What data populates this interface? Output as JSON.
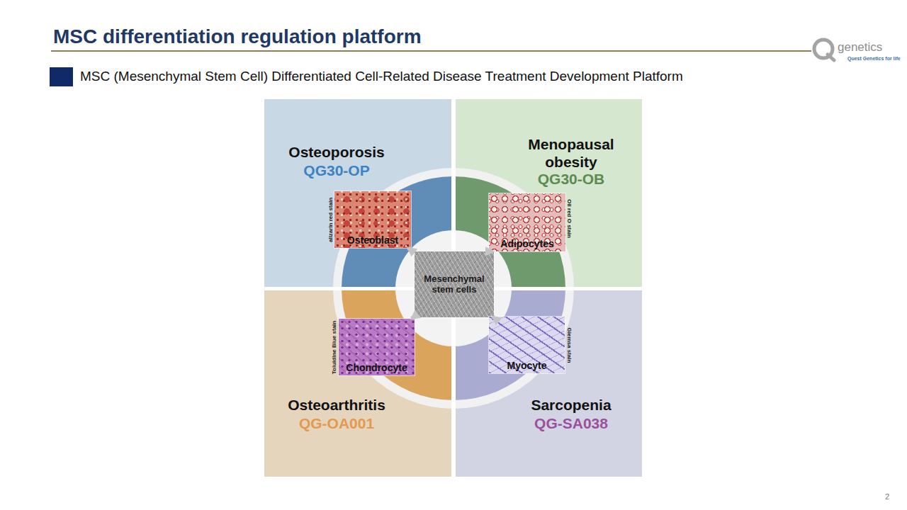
{
  "diagram": {
    "title": "MSC differentiation regulation platform",
    "nodes": [
      {
        "text": [
          "Osteoporosis",
          "QG30-OP"
        ]
      },
      {
        "text": [
          "Osteoblast",
          "alizarin red stain"
        ],
        "in": 0
      },
      {
        "text": [
          "Menopausal obesity",
          "QG30-OB"
        ]
      },
      {
        "text": [
          "Adipocytes",
          "Oil red O stain"
        ],
        "in": 2
      },
      {
        "text": [
          "Mesenchymal stem cells"
        ]
      },
      {
        "text": [
          "Osteoarthritis",
          "QG-OA001"
        ]
      },
      {
        "text": [
          "Chondrocyte",
          "Toluidine Blue stain"
        ],
        "in": 5
      },
      {
        "text": [
          "Sarcopenia",
          "QG-SA038"
        ]
      },
      {
        "text": [
          "Myocyte",
          "Giemsa stain"
        ],
        "in": 7
      }
    ],
    "edges": [
      {
        "from": 4,
        "to": 1,
        "arrow": "to"
      },
      {
        "from": 4,
        "to": 3,
        "arrow": "to"
      },
      {
        "from": 4,
        "to": 6,
        "arrow": "to"
      },
      {
        "from": 4,
        "to": 8,
        "arrow": "to"
      }
    ],
    "labels": [
      "MSC (Mesenchymal Stem Cell) Differentiated Cell-Related Disease Treatment Development Platform",
      "genetics",
      "Quest Genetics for life",
      "2"
    ]
  }
}
